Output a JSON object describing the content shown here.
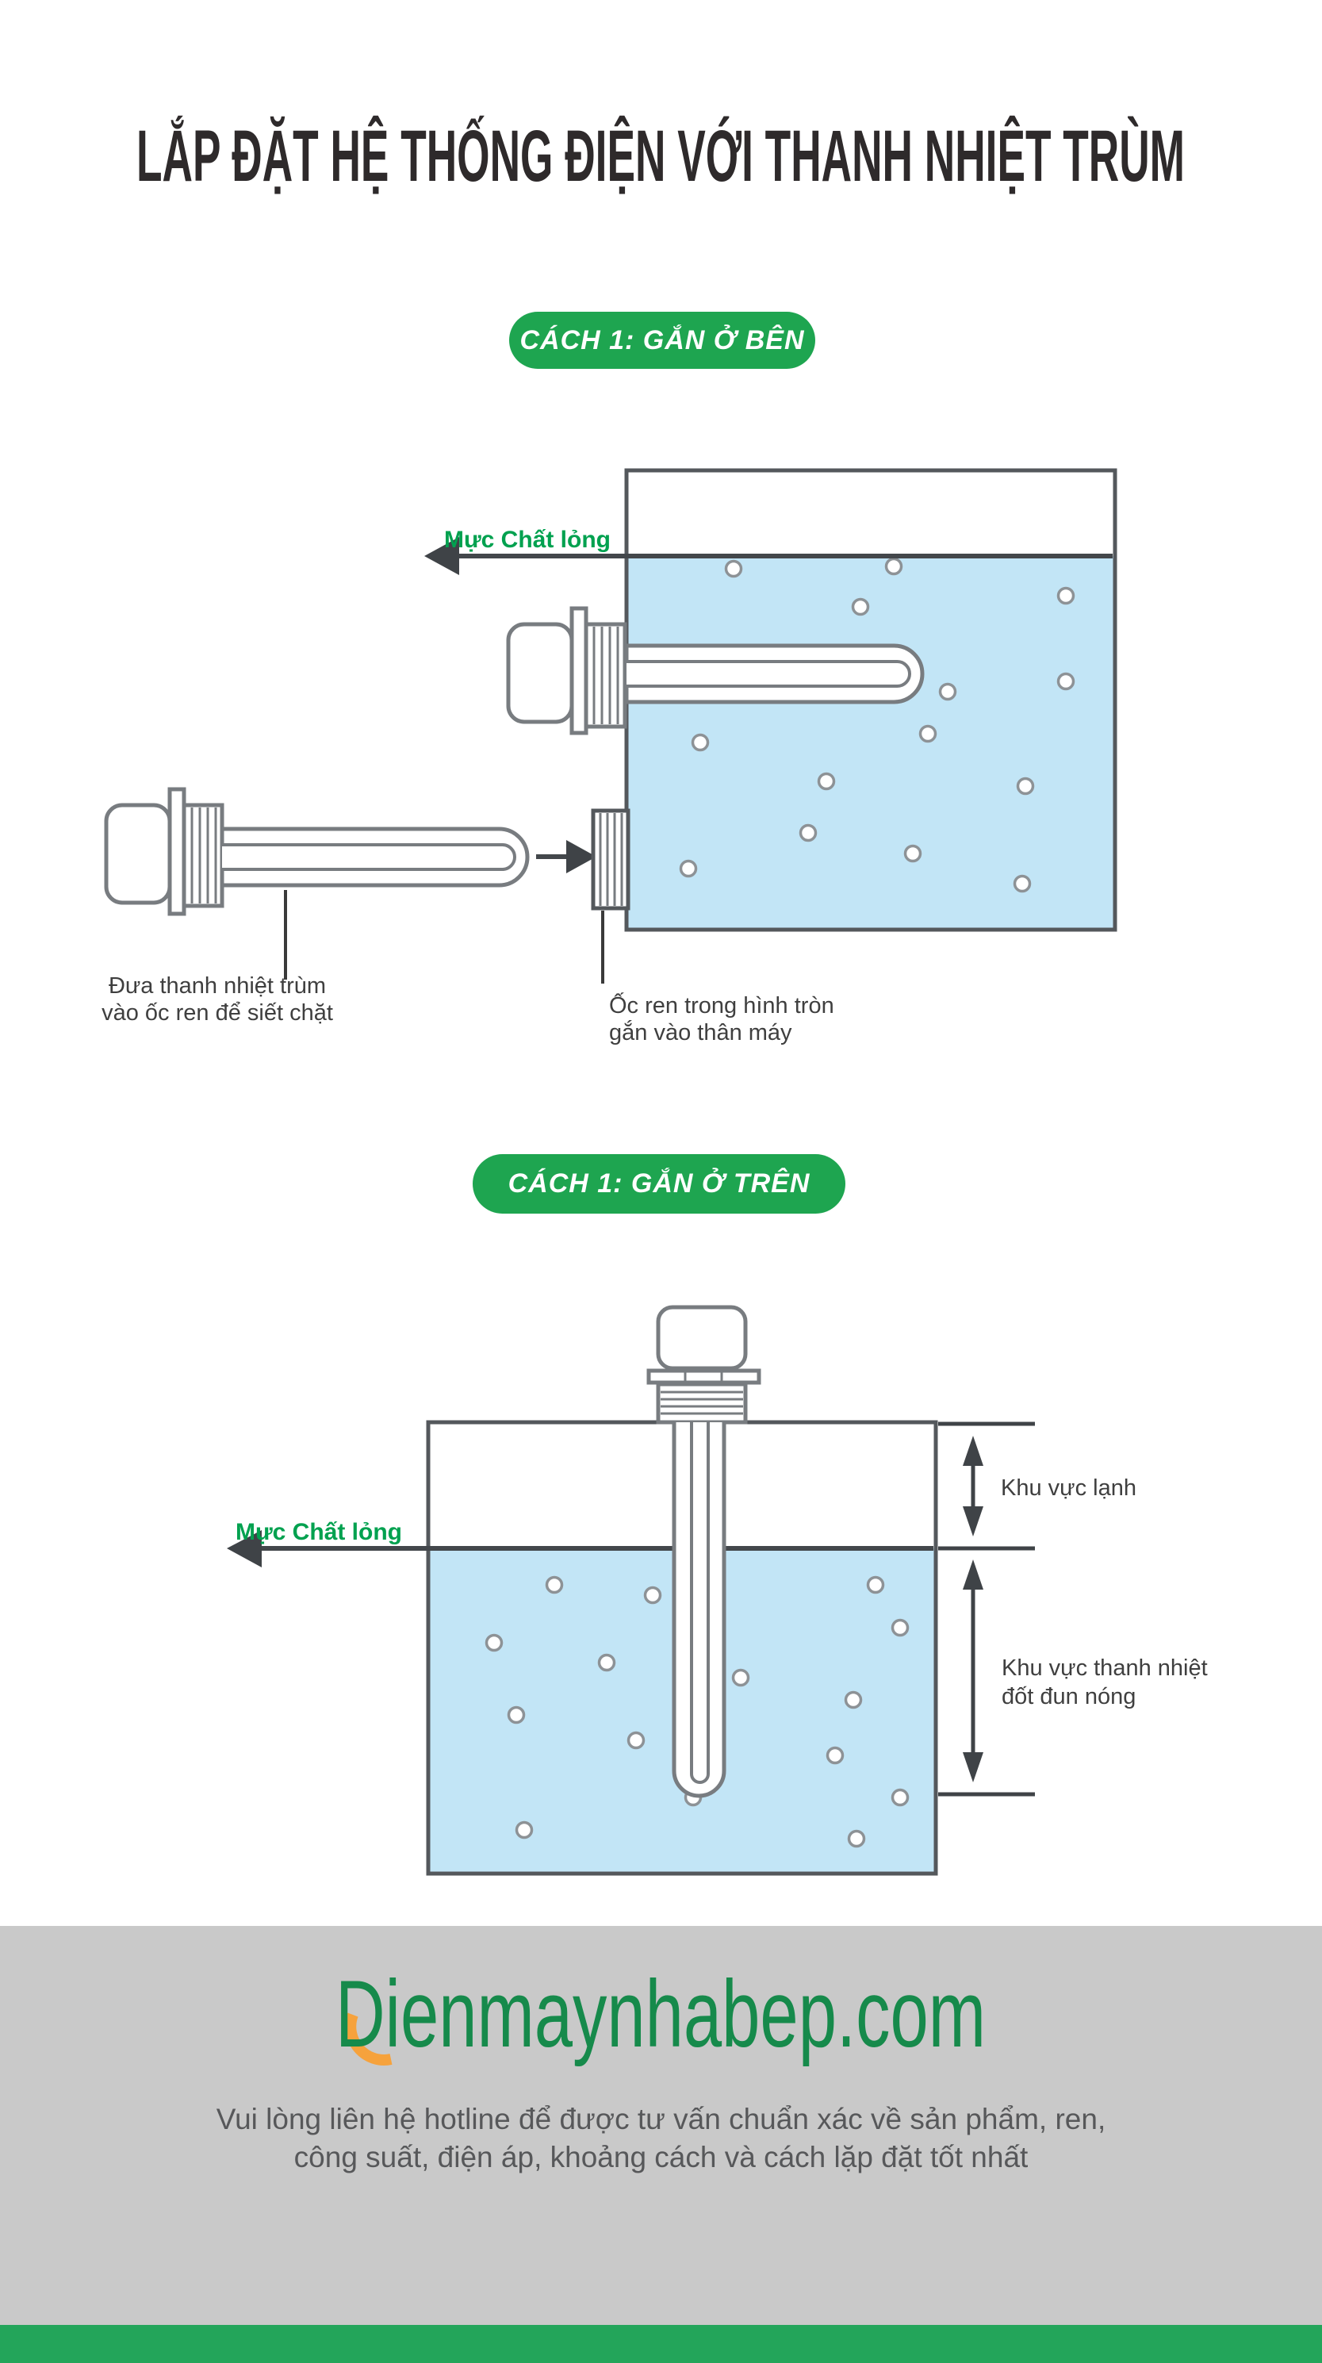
{
  "page": {
    "title": "LẮP ĐẶT HỆ THỐNG ĐIỆN VỚI THANH NHIỆT TRÙM"
  },
  "sections": {
    "side_mount": {
      "badge": "CÁCH 1: GẮN Ở BÊN",
      "liquid_level_label": "Mực Chất lỏng",
      "insert_label_line1": "Đưa thanh nhiệt trùm",
      "insert_label_line2": "vào ốc ren để siết chặt",
      "socket_label_line1": "Ốc ren trong hình tròn",
      "socket_label_line2": "gắn vào thân máy"
    },
    "top_mount": {
      "badge": "CÁCH 1: GẮN Ở TRÊN",
      "liquid_level_label": "Mực Chất lỏng",
      "cold_zone_label": "Khu vực lạnh",
      "hot_zone_label_line1": "Khu vực thanh nhiệt",
      "hot_zone_label_line2": "đốt đun nóng"
    }
  },
  "footer": {
    "logo": "Dienmaynhabep.com",
    "tagline_line1": "Vui lòng liên hệ hotline để được tư vấn chuẩn xác về sản phẩm, ren,",
    "tagline_line2": "công suất, điện áp, khoảng cách và cách lặp đặt tốt nhất"
  },
  "colors": {
    "badge_green": "#1EA550",
    "label_green": "#00A14F",
    "logo_green": "#168A4B",
    "logo_orange": "#F6A23C",
    "water_blue": "#C2E5F6",
    "outline_gray": "#54585C",
    "footer_gray": "#C9C9C9",
    "bottom_bar_green": "#23A55A"
  }
}
